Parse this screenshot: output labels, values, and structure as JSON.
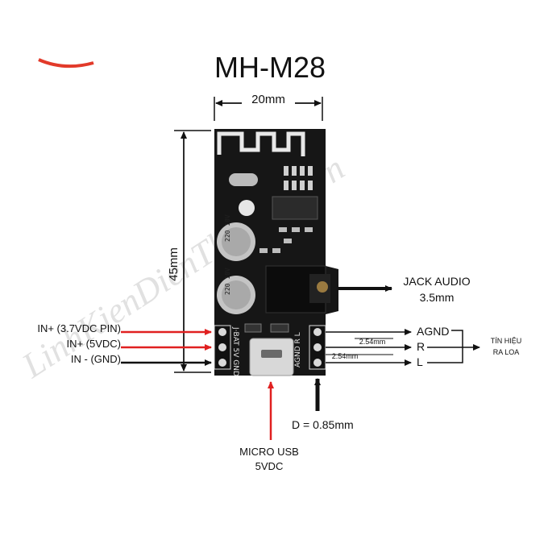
{
  "title": "MH-M28",
  "watermark": "LinhKienDienThuCong.vn",
  "dimensions": {
    "width": "20mm",
    "height": "45mm"
  },
  "board_labels": {
    "left_header": "J·BAT 5V GND",
    "right_header": "AGND R L"
  },
  "jack": {
    "line1": "JACK AUDIO",
    "line2": "3.5mm"
  },
  "inputs": [
    {
      "label": "IN+ (3.7VDC PIN)",
      "color": "#e02020"
    },
    {
      "label": "IN+ (5VDC)",
      "color": "#e02020"
    },
    {
      "label": "IN - (GND)",
      "color": "#111111"
    }
  ],
  "outputs": [
    "AGND",
    "R",
    "L"
  ],
  "pitch_labels": [
    "2.54mm",
    "2.54mm"
  ],
  "signal_out": {
    "line1": "TÍN HIỆU",
    "line2": "RA LOA"
  },
  "pin_diameter": "D = 0.85mm",
  "usb": {
    "line1": "MICRO USB",
    "line2": "5VDC"
  },
  "colors": {
    "red_arrow": "#e02020",
    "board": "#161616",
    "pin": "#d9d9d9"
  }
}
